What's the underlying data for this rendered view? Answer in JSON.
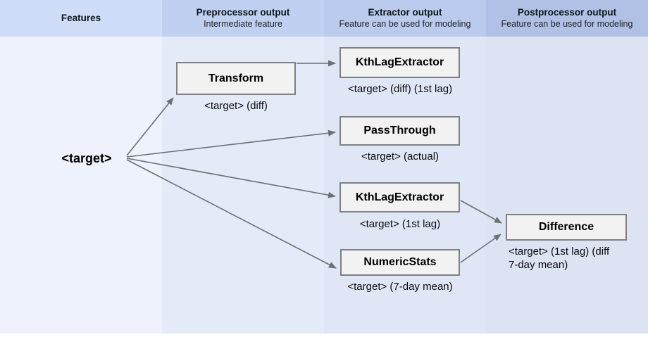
{
  "header": {
    "columns": [
      {
        "title": "Features",
        "subtitle": ""
      },
      {
        "title": "Preprocessor output",
        "subtitle": "Intermediate feature"
      },
      {
        "title": "Extractor output",
        "subtitle": "Feature can be used for modeling"
      },
      {
        "title": "Postprocessor output",
        "subtitle": "Feature can be used for modeling"
      }
    ]
  },
  "diagram": {
    "source_label": "<target>",
    "nodes": {
      "transform": {
        "title": "Transform",
        "caption": "<target> (diff)"
      },
      "kth_lag_1": {
        "title": "KthLagExtractor",
        "caption": "<target> (diff) (1st lag)"
      },
      "pass_through": {
        "title": "PassThrough",
        "caption": "<target> (actual)"
      },
      "kth_lag_2": {
        "title": "KthLagExtractor",
        "caption": "<target> (1st lag)"
      },
      "numeric_stats": {
        "title": "NumericStats",
        "caption": "<target> (7-day mean)"
      },
      "difference": {
        "title": "Difference",
        "caption_line1": "<target> (1st lag) (diff",
        "caption_line2": "7-day mean)"
      }
    }
  },
  "colors": {
    "header_columns": [
      "#cedcf7",
      "#bfd0f0",
      "#bacbee",
      "#b0c1e5"
    ],
    "body_columns": [
      "#edf2fc",
      "#e3eaf8",
      "#dfe7f6",
      "#dce4f4"
    ],
    "node_fill": "#f2f2f2",
    "node_border": "#7e8082",
    "arrow": "#6d6f71"
  }
}
